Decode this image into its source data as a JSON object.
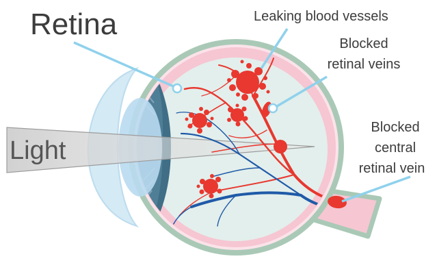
{
  "labels": {
    "retina": "Retina",
    "light": "Light",
    "leaking": "Leaking blood vessels",
    "blocked_veins_1": "Blocked",
    "blocked_veins_2": "retinal veins",
    "central_1": "Blocked",
    "central_2": "central",
    "central_3": "retinal vein"
  },
  "colors": {
    "background": "#ffffff",
    "sclera": "#a9c9b6",
    "retina_pink": "#f6c6d2",
    "vitreous": "#e3efec",
    "choroid": "#3f6e86",
    "cornea": "#d4eaf5",
    "lens": "#b9daf0",
    "artery_red": "#e8382f",
    "vein_blue": "#1f5aa8",
    "callout_line": "#8fd1ec",
    "light_beam": "#cfcfcf",
    "label_text": "#3c3c3c"
  }
}
